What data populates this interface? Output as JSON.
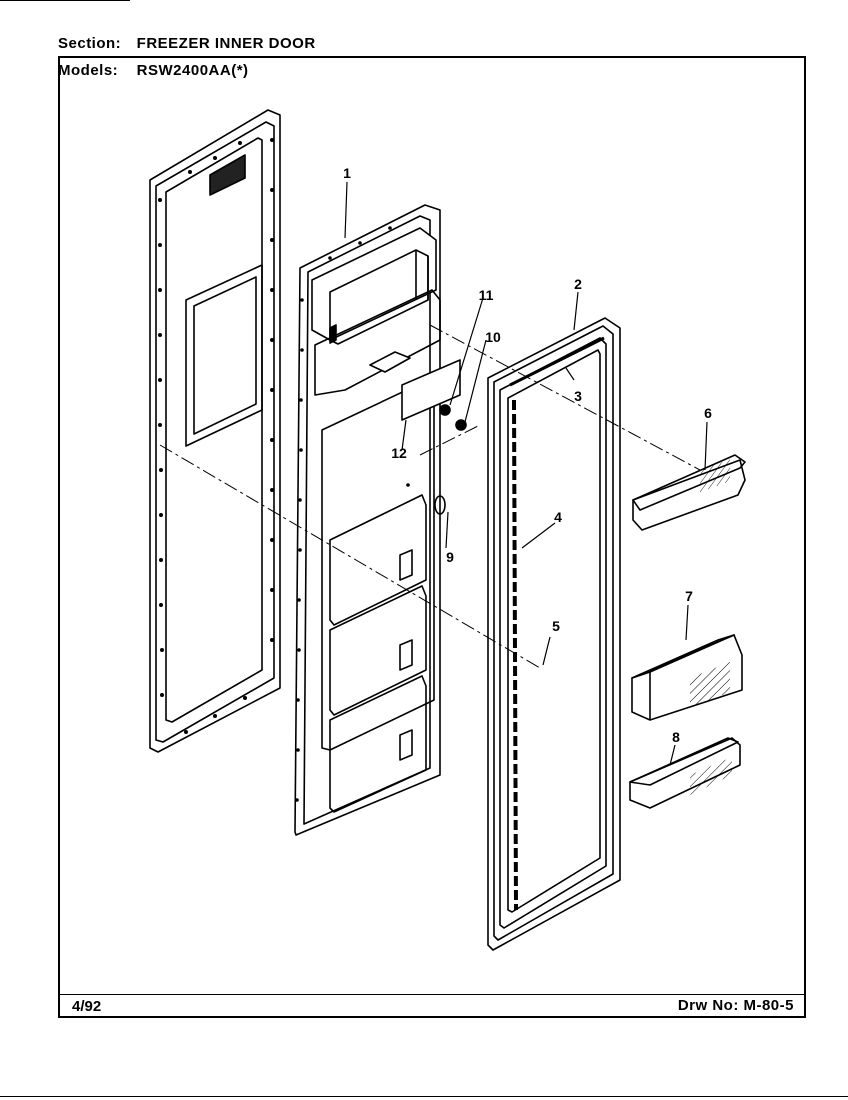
{
  "header": {
    "section_label": "Section:",
    "section_value": "FREEZER INNER DOOR",
    "models_label": "Models:",
    "models_value": "RSW2400AA(*)"
  },
  "callouts": [
    "1",
    "2",
    "3",
    "4",
    "5",
    "6",
    "7",
    "8",
    "9",
    "10",
    "11",
    "12"
  ],
  "footer": {
    "date": "4/92",
    "drawing_number": "Drw No: M-80-5"
  }
}
